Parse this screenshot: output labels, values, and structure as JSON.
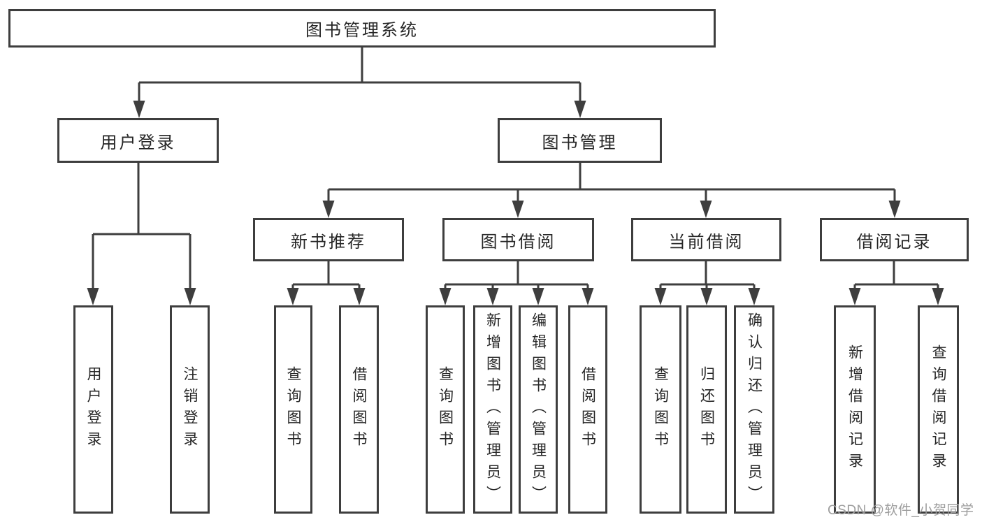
{
  "diagram": {
    "title": "图书管理系统",
    "colors": {
      "line": "#3e3e3e",
      "text": "#262626",
      "background": "#ffffff",
      "watermark": "#9d9d9d"
    },
    "nodes": {
      "root": {
        "label": "图书管理系统"
      },
      "user_login": {
        "label": "用户登录"
      },
      "book_mgmt": {
        "label": "图书管理"
      },
      "leaf_user_login": {
        "label": "用户登录"
      },
      "leaf_logout": {
        "label": "注销登录"
      },
      "new_book_rec": {
        "label": "新书推荐"
      },
      "book_borrow": {
        "label": "图书借阅"
      },
      "current_borrow": {
        "label": "当前借阅"
      },
      "borrow_records": {
        "label": "借阅记录"
      },
      "rec_query_books": {
        "label": "查询图书"
      },
      "rec_borrow_books": {
        "label": "借阅图书"
      },
      "bb_query_books": {
        "label": "查询图书"
      },
      "bb_add_books": {
        "label": "新增图书（管理员）"
      },
      "bb_edit_books": {
        "label": "编辑图书（管理员）"
      },
      "bb_borrow_books": {
        "label": "借阅图书"
      },
      "cb_query_books": {
        "label": "查询图书"
      },
      "cb_return_books": {
        "label": "归还图书"
      },
      "cb_confirm_return": {
        "label": "确认归还（管理员）"
      },
      "br_add_record": {
        "label": "新增借阅记录"
      },
      "br_query_record": {
        "label": "查询借阅记录"
      }
    },
    "tree": {
      "label": "图书管理系统",
      "children": [
        {
          "label": "用户登录",
          "children": [
            {
              "label": "用户登录"
            },
            {
              "label": "注销登录"
            }
          ]
        },
        {
          "label": "图书管理",
          "children": [
            {
              "label": "新书推荐",
              "children": [
                {
                  "label": "查询图书"
                },
                {
                  "label": "借阅图书"
                }
              ]
            },
            {
              "label": "图书借阅",
              "children": [
                {
                  "label": "查询图书"
                },
                {
                  "label": "新增图书（管理员）"
                },
                {
                  "label": "编辑图书（管理员）"
                },
                {
                  "label": "借阅图书"
                }
              ]
            },
            {
              "label": "当前借阅",
              "children": [
                {
                  "label": "查询图书"
                },
                {
                  "label": "归还图书"
                },
                {
                  "label": "确认归还（管理员）"
                }
              ]
            },
            {
              "label": "借阅记录",
              "children": [
                {
                  "label": "新增借阅记录"
                },
                {
                  "label": "查询借阅记录"
                }
              ]
            }
          ]
        }
      ]
    }
  },
  "watermark": {
    "text": "CSDN @软件_小贺同学"
  }
}
